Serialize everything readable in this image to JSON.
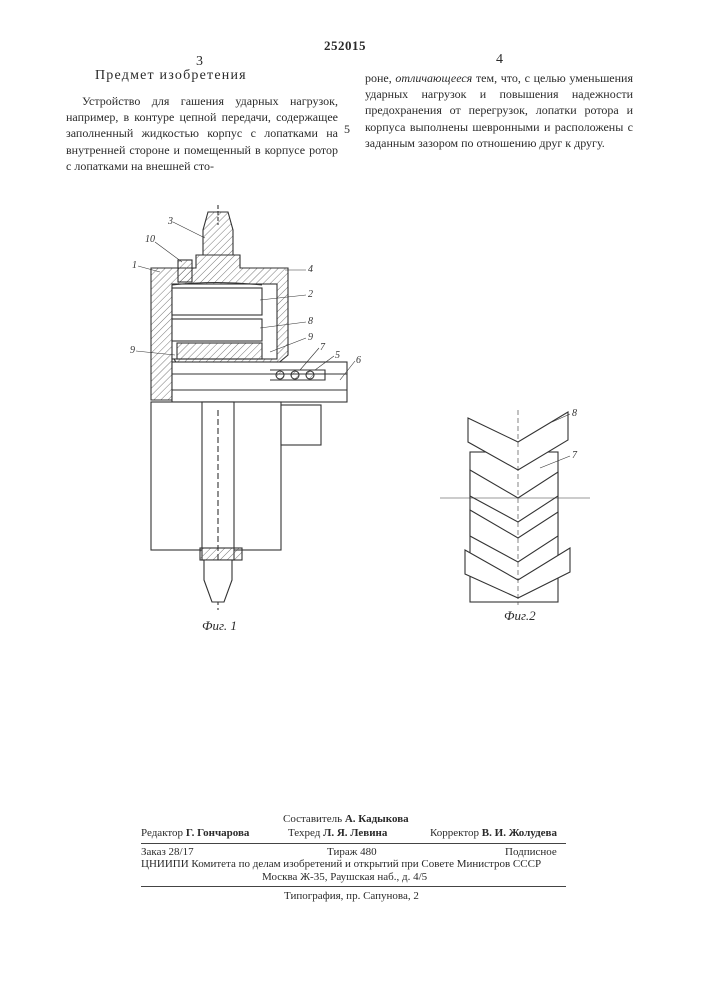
{
  "header": {
    "patent_number": "252015",
    "left_column_number": "3",
    "right_column_number": "4"
  },
  "heading": "Предмет изобретения",
  "claim": {
    "left_text": "Устройство для гашения ударных нагрузок, например, в контуре цепной передачи, содержащее заполненный жидкостью корпус с лопатками на внутренней стороне и помещенный в корпусе ротор с лопатками на внешней сто-",
    "right_text_start": "роне,",
    "right_text_emph": "отличающееся",
    "right_text_rest": "тем, что, с целью уменьшения ударных нагрузок и повышения надежности предохранения от перегрузок, лопатки ротора и корпуса выполнены шевронными и расположены с заданным зазором по отношению друг к другу.",
    "line_marker": "5"
  },
  "figures": {
    "fig1_caption": "Фиг. 1",
    "fig2_caption": "Фиг.2",
    "fig1_callouts": [
      "3",
      "10",
      "1",
      "4",
      "2",
      "8",
      "9",
      "9",
      "7",
      "5",
      "6"
    ],
    "fig2_callouts": [
      "8",
      "7"
    ]
  },
  "credits": {
    "compiler_label": "Составитель",
    "compiler_name": "А. Кадыкова",
    "editor_label": "Редактор",
    "editor_name": "Г. Гончарова",
    "techred_label": "Техред",
    "techred_name": "Л. Я. Левина",
    "corrector_label": "Корректор",
    "corrector_name": "В. И. Жолудева",
    "order": "Заказ 28/17",
    "print_run": "Тираж 480",
    "subscription": "Подписное",
    "institute": "ЦНИИПИ Комитета по делам изобретений и открытий при Совете Министров СССР",
    "address": "Москва Ж-35, Раушская наб., д. 4/5",
    "printer": "Типография, пр. Сапунова, 2"
  }
}
